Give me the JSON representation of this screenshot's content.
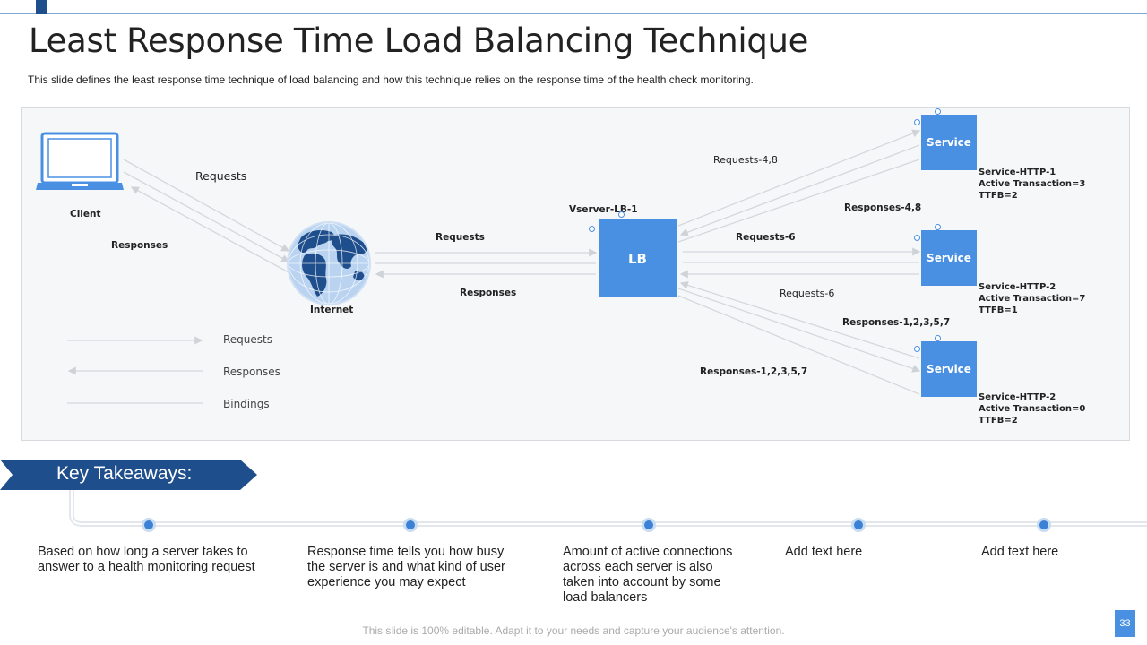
{
  "header": {
    "title": "Least Response Time Load Balancing Technique",
    "subtitle": "This slide defines the least response time technique of load balancing and how this technique relies on the response time of the health check monitoring."
  },
  "diagram": {
    "client_label": "Client",
    "internet_label": "Internet",
    "lb_title": "Vserver-LB-1",
    "lb_label": "LB",
    "flow_labels": {
      "client_requests": "Requests",
      "client_responses": "Responses",
      "internet_requests": "Requests",
      "internet_responses": "Responses",
      "requests_4_8": "Requests-4,8",
      "responses_4_8": "Responses-4,8",
      "requests_6_a": "Requests-6",
      "requests_6_b": "Requests-6",
      "responses_1_2_3_5_7_a": "Responses-1,2,3,5,7",
      "responses_1_2_3_5_7_b": "Responses-1,2,3,5,7"
    },
    "services": [
      {
        "label": "Service",
        "lines": [
          "Service-HTTP-1",
          "Active Transaction=3",
          "TTFB=2"
        ]
      },
      {
        "label": "Service",
        "lines": [
          "Service-HTTP-2",
          "Active Transaction=7",
          "TTFB=1"
        ]
      },
      {
        "label": "Service",
        "lines": [
          "Service-HTTP-2",
          "Active Transaction=0",
          "TTFB=2"
        ]
      }
    ],
    "legend": [
      "Requests",
      "Responses",
      "Bindings"
    ]
  },
  "takeaways": {
    "title": "Key Takeaways:",
    "items": [
      "Based on how long a server takes to answer to a health monitoring request",
      "Response time tells you how busy the server is and what kind of user experience you may expect",
      "Amount of active connections across each server is also taken into account by some load balancers",
      "Add text here",
      "Add text here"
    ]
  },
  "footer": {
    "note": "This slide is 100% editable. Adapt it to your needs and capture your audience's attention.",
    "page_number": "33"
  },
  "colors": {
    "accent": "#4a90e2",
    "dark_accent": "#1f4e8c"
  }
}
